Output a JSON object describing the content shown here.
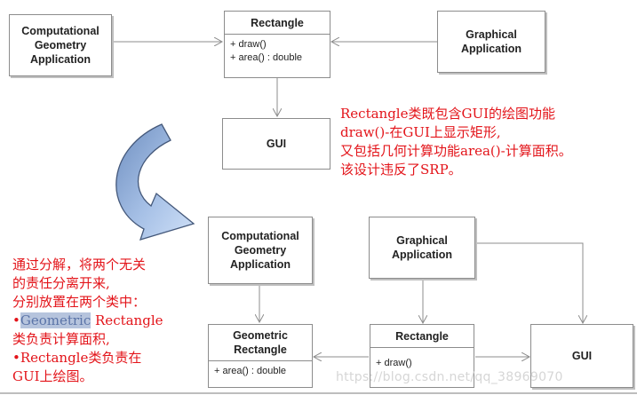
{
  "top_diagram": {
    "computational_app": "Computational Geometry Application",
    "rectangle": {
      "name": "Rectangle",
      "methods": [
        "+ draw()",
        "+ area() : double"
      ]
    },
    "graphical_app": "Graphical Application",
    "gui": "GUI"
  },
  "bottom_diagram": {
    "computational_app": "Computational Geometry Application",
    "graphical_app": "Graphical Application",
    "geometric_rectangle": {
      "name": "Geometric Rectangle",
      "methods": [
        "+ area() : double"
      ]
    },
    "rectangle": {
      "name": "Rectangle",
      "methods": [
        "+ draw()"
      ]
    },
    "gui": "GUI"
  },
  "note_top": [
    "Rectangle类既包含GUI的绘图功能",
    "draw()-在GUI上显示矩形,",
    "又包括几何计算功能area()-计算面积。",
    "该设计违反了SRP。"
  ],
  "note_left": {
    "lines": [
      "通过分解，将两个无关",
      "的责任分离开来,",
      "分别放置在两个类中："
    ],
    "bullet1_highlight": "Geometric",
    "bullet1_rest": " Rectangle",
    "bullet1_line2": "类负责计算面积,",
    "bullet2_line1": "Rectangle类负责在",
    "bullet2_line2": "GUI上绘图。",
    "bullet": "•"
  },
  "watermark": "https://blog.csdn.net/qq_38969070",
  "colors": {
    "note": "#e3141a",
    "arrow_fill": "#7fa0cf",
    "highlight": "#b6c4dd"
  }
}
